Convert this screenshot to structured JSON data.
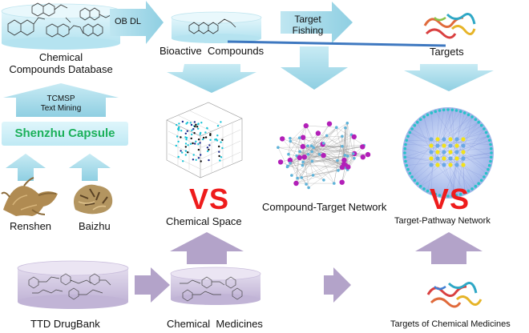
{
  "colors": {
    "arrow_blue": "#a9dbe9",
    "arrow_purple": "#b3a3c9",
    "cylinder_blue": "#cdeef7",
    "cylinder_purple": "#d3c8e2",
    "vs_red": "#ee1c1c",
    "capsule_green": "#1bb05a",
    "line_blue": "#3e78c0"
  },
  "top": {
    "database_label": "Chemical\nCompounds Database",
    "filter_label": "OB DL",
    "bioactive_label": "Bioactive  Compounds",
    "fishing_label": "Target\nFishing",
    "targets_label": "Targets"
  },
  "left": {
    "mining_label": "TCMSP\nText Mining",
    "capsule_label": "Shenzhu Capsule",
    "herb1_label": "Renshen",
    "herb2_label": "Baizhu"
  },
  "middle": {
    "vs_left": "VS",
    "vs_right": "VS",
    "chem_space_label": "Chemical Space",
    "ct_network_label": "Compound-Target Network",
    "tp_network_label": "Target-Pathway Network"
  },
  "bottom": {
    "drugbank_label": "TTD DrugBank",
    "medicines_label": "Chemical  Medicines",
    "targets_medicines_label": "Targets of Chemical Medicines"
  },
  "icons": {
    "cylinder": "database-cylinder-icon",
    "molecule": "molecule-structure-icon",
    "protein": "protein-ribbon-icon",
    "herb": "herb-root-icon",
    "scatter3d": "3d-scatter-plot-icon",
    "network": "network-graph-icon",
    "circle_network": "circular-network-icon"
  }
}
